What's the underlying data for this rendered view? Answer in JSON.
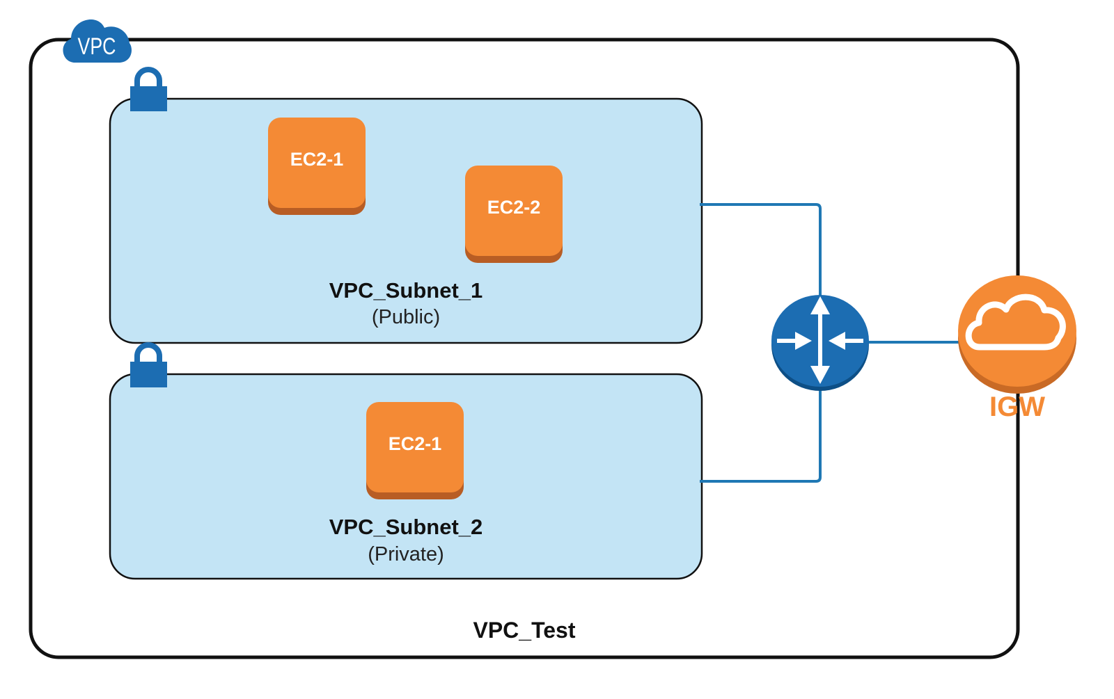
{
  "colors": {
    "vpc_border": "#111111",
    "subnet_fill": "#c3e4f5",
    "subnet_border": "#111111",
    "aws_blue": "#1c6db2",
    "link_blue": "#1f78b4",
    "ec2_orange": "#f48a35",
    "ec2_shadow": "#b85d24",
    "igw_orange": "#f48a35",
    "igw_shadow": "#c96a25"
  },
  "vpc": {
    "badge_icon": "cloud-icon",
    "badge_text": "VPC",
    "name": "VPC_Test"
  },
  "subnets": [
    {
      "icon": "lock-icon",
      "name": "VPC_Subnet_1",
      "type": "(Public)",
      "instances": [
        "EC2-1",
        "EC2-2"
      ]
    },
    {
      "icon": "lock-icon",
      "name": "VPC_Subnet_2",
      "type": "(Private)",
      "instances": [
        "EC2-1"
      ]
    }
  ],
  "router": {
    "icon": "router-icon"
  },
  "igw": {
    "icon": "cloud-icon",
    "label": "IGW"
  }
}
